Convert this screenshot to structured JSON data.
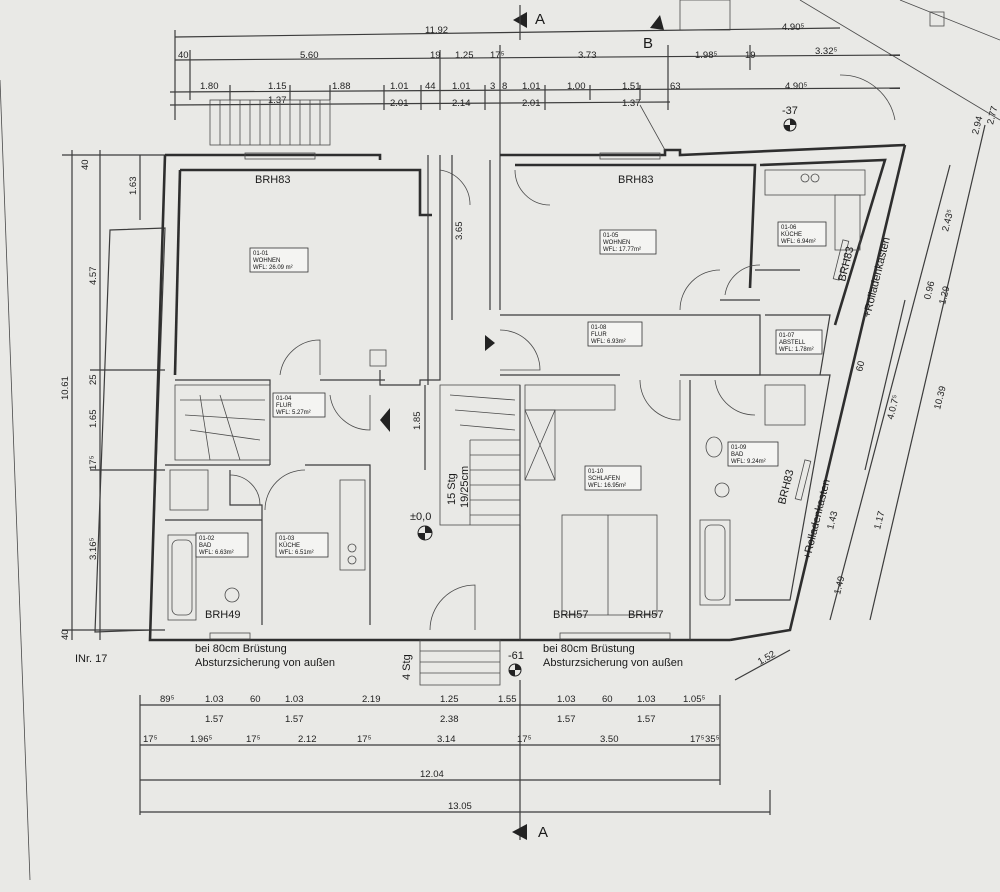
{
  "rooms": [
    {
      "id": "01-01",
      "name": "WOHNEN",
      "area": "WFL: 26.09 m²"
    },
    {
      "id": "01-05",
      "name": "WOHNEN",
      "area": "WFL: 17.77m²"
    },
    {
      "id": "01-06",
      "name": "KÜCHE",
      "area": "WFL: 6.94m²"
    },
    {
      "id": "01-08",
      "name": "FLUR",
      "area": "WFL: 6.93m²"
    },
    {
      "id": "01-07",
      "name": "ABSTELL",
      "area": "WFL: 1.78m²"
    },
    {
      "id": "01-04",
      "name": "FLUR",
      "area": "WFL: 5.27m²"
    },
    {
      "id": "01-09",
      "name": "BAD",
      "area": "WFL: 9.24m²"
    },
    {
      "id": "01-10",
      "name": "SCHLAFEN",
      "area": "WFL: 16.95m²"
    },
    {
      "id": "01-02",
      "name": "BAD",
      "area": "WFL: 6.63m²"
    },
    {
      "id": "01-03",
      "name": "KÜCHE",
      "area": "WFL: 6.51m²"
    }
  ],
  "labels": {
    "brh83_a": "BRH83",
    "brh83_b": "BRH83",
    "brh83_c": "BRH83",
    "brh83_d": "BRH83",
    "brh49": "BRH49",
    "brh57_a": "BRH57",
    "brh57_b": "BRH57",
    "bruestung_1": "bei 80cm Brüstung",
    "absturz_1": "Absturzsicherung von außen",
    "bruestung_2": "bei 80cm Brüstung",
    "absturz_2": "Absturzsicherung von außen",
    "inr": "INr. 17",
    "stairs_15": "15 Stg",
    "stairs_1925": "19/25cm",
    "stairs_4": "4 Stg",
    "level_0": "±0,0",
    "level_61": "-61",
    "level_37": "-37",
    "rollade_1": "+Rolladenkasten",
    "rollade_2": "+Rolladenkasten",
    "section_a_top": "A",
    "section_a_bottom": "A",
    "section_b": "B"
  },
  "dims_top": {
    "d1192": "11.92",
    "d490a": "4.90⁵",
    "d40": "40",
    "d560": "5.60",
    "d19a": "19",
    "d125": "1.25",
    "d17a": "17⁵",
    "d373": "3.73",
    "d198": "1.98⁵",
    "d19b": "19",
    "d332": "3.32⁵",
    "d180": "1.80",
    "d115": "1.15",
    "d188": "1.88",
    "d101a": "1.01",
    "d44": "44",
    "d101b": "1.01",
    "d3": "3",
    "d8": "8",
    "d101c": "1.01",
    "d100": "1.00",
    "d151": "1.51",
    "d63": "63",
    "d490b": "4.90⁵",
    "d137a": "1.37",
    "d201a": "2.01",
    "d214": "2.14",
    "d201b": "2.01",
    "d137b": "1.37"
  },
  "dims_left": {
    "d40": "40",
    "d163": "1.63",
    "d457": "4.57",
    "d1061": "10.61",
    "d25": "25",
    "d165": "1.65",
    "d17": "17⁵",
    "d316": "3.16⁵",
    "d40b": "40",
    "d365": "3.65",
    "d185": "1.85"
  },
  "dims_right": {
    "d294": "2.94",
    "d277": "2.77",
    "d243": "2.43⁵",
    "d096": "0.96",
    "d129": "1.29",
    "d60": "60",
    "d4075": "4.0.7⁵",
    "d1039": "10.39",
    "d143": "1.43",
    "d117": "1.17",
    "d149": "1.49",
    "d152": "1.52"
  },
  "dims_bottom": {
    "r1": [
      "89⁵",
      "1.03",
      "60",
      "1.03",
      "2.19",
      "1.25",
      "1.55",
      "1.03",
      "60",
      "1.03",
      "1.05⁵"
    ],
    "r2": [
      "1.57",
      "1.57",
      "2.38",
      "1.57",
      "1.57"
    ],
    "r3": [
      "17⁵",
      "1.96⁵",
      "17⁵",
      "2.12",
      "17⁵",
      "3.14",
      "17⁵",
      "3.50",
      "17⁵",
      "35⁵"
    ],
    "r4": "12.04",
    "r5": "13.05"
  }
}
